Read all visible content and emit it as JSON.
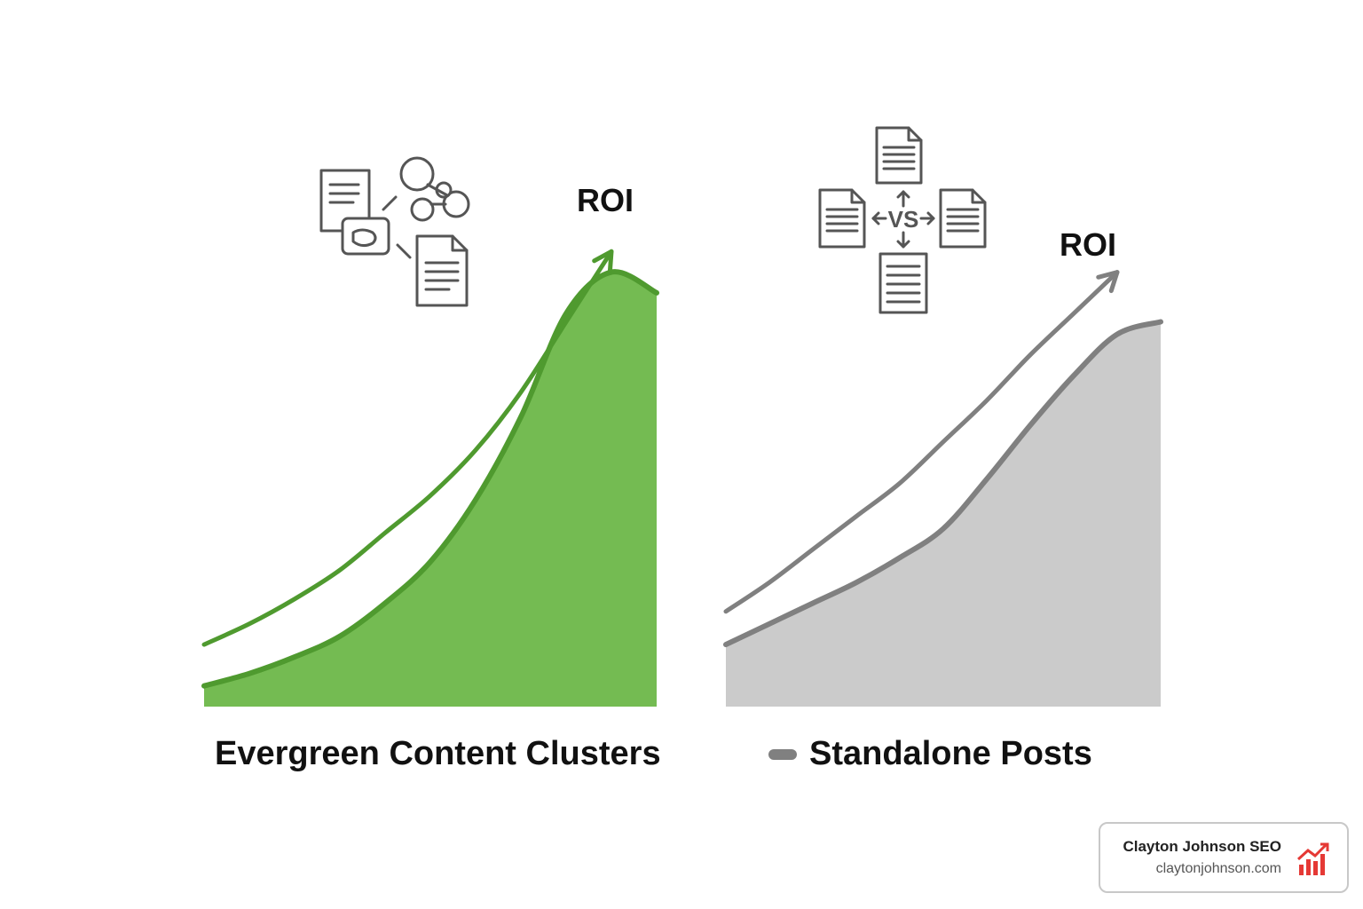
{
  "colors": {
    "green_fill": "#74bb52",
    "green_line": "#4f9a2f",
    "gray_fill": "#cbcbcb",
    "gray_line": "#808080",
    "logo_red": "#e53935"
  },
  "chart_data": [
    {
      "type": "area",
      "title": "Evergreen Content Clusters",
      "series": [
        {
          "name": "ROI",
          "style": "arrow line",
          "x": [
            0,
            1,
            2,
            3,
            4,
            5,
            6,
            7,
            8,
            9
          ],
          "values": [
            0.15,
            0.2,
            0.26,
            0.33,
            0.42,
            0.51,
            0.62,
            0.76,
            0.93,
            1.1
          ]
        },
        {
          "style": "filled area",
          "x": [
            0,
            1,
            2,
            3,
            4,
            5,
            6,
            7,
            8,
            9,
            10
          ],
          "values": [
            0.05,
            0.08,
            0.12,
            0.17,
            0.25,
            0.35,
            0.5,
            0.7,
            0.95,
            1.05,
            1.0
          ]
        }
      ],
      "icons": [
        "document-icon",
        "network-nodes-icon",
        "hand-icon",
        "document-icon"
      ]
    },
    {
      "type": "area",
      "title": "Standalone Posts",
      "legend": "left of title",
      "series": [
        {
          "name": "ROI",
          "style": "arrow line",
          "x": [
            0,
            1,
            2,
            3,
            4,
            5,
            6,
            7,
            8,
            9
          ],
          "values": [
            0.23,
            0.3,
            0.38,
            0.46,
            0.54,
            0.64,
            0.74,
            0.85,
            0.95,
            1.05
          ]
        },
        {
          "style": "filled area",
          "x": [
            0,
            1,
            2,
            3,
            4,
            5,
            6,
            7,
            8,
            9,
            10
          ],
          "values": [
            0.15,
            0.2,
            0.25,
            0.3,
            0.36,
            0.43,
            0.55,
            0.68,
            0.8,
            0.9,
            0.93
          ]
        }
      ],
      "icons": [
        "document-icon",
        "document-icon",
        "document-icon",
        "document-icon",
        "vs-icon"
      ],
      "icon_text": "VS"
    }
  ],
  "labels": {
    "roi_left": "ROI",
    "roi_right": "ROI",
    "caption_left": "Evergreen Content Clusters",
    "caption_right": "Standalone Posts"
  },
  "badge": {
    "name": "Clayton Johnson SEO",
    "url": "claytonjohnson.com",
    "logo_icon": "bar-chart-growth-icon"
  }
}
